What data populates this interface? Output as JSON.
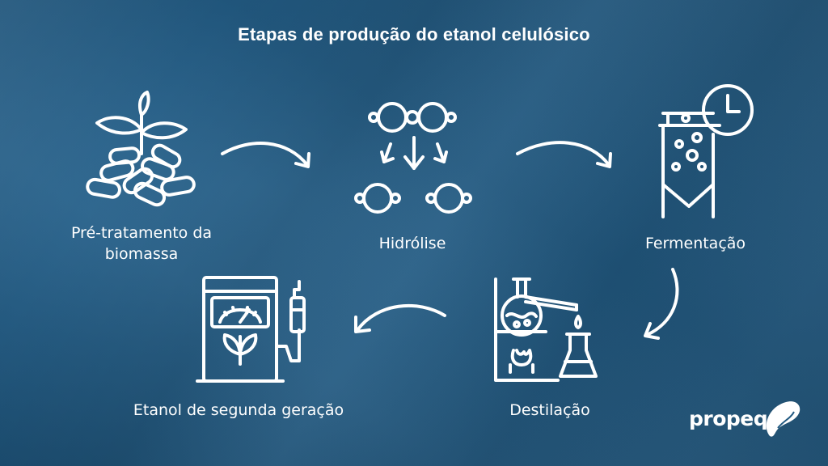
{
  "title": "Etapas de produção do etanol celulósico",
  "steps": [
    {
      "label": "Pré-tratamento da biomassa",
      "icon": "biomass-plant-icon"
    },
    {
      "label": "Hidrólise",
      "icon": "molecule-split-icon"
    },
    {
      "label": "Fermentação",
      "icon": "fermentation-tank-icon"
    },
    {
      "label": "Destilação",
      "icon": "distillation-flask-icon"
    },
    {
      "label": "Etanol de segunda geração",
      "icon": "ethanol-pump-icon"
    }
  ],
  "logo": {
    "text": "propeq"
  },
  "colors": {
    "background": "#225a82",
    "foreground": "#ffffff"
  }
}
